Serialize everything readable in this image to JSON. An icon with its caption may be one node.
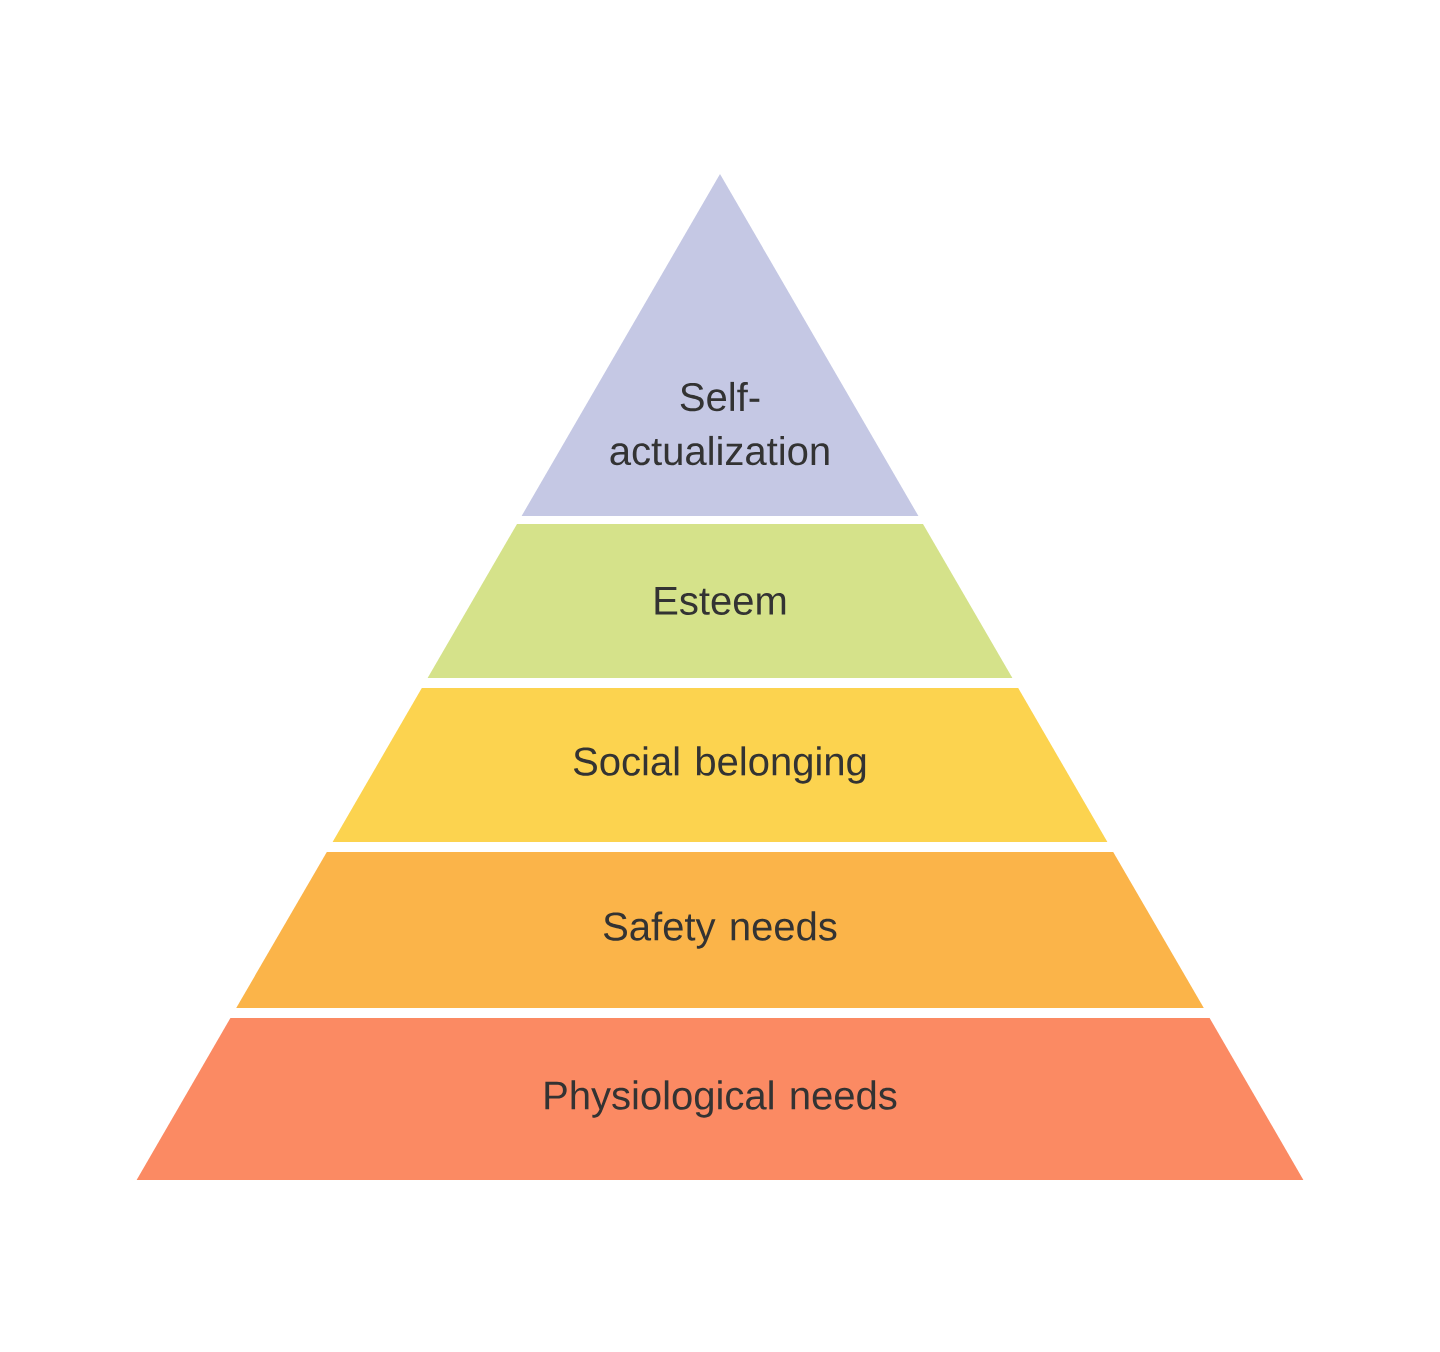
{
  "diagram": {
    "nodes": [
      {
        "text": [
          "Self-actualization"
        ]
      },
      {
        "text": [
          "Esteem"
        ]
      },
      {
        "text": [
          "Social belonging"
        ]
      },
      {
        "text": [
          "Safety needs"
        ]
      },
      {
        "text": [
          "Physiological needs"
        ]
      }
    ]
  }
}
